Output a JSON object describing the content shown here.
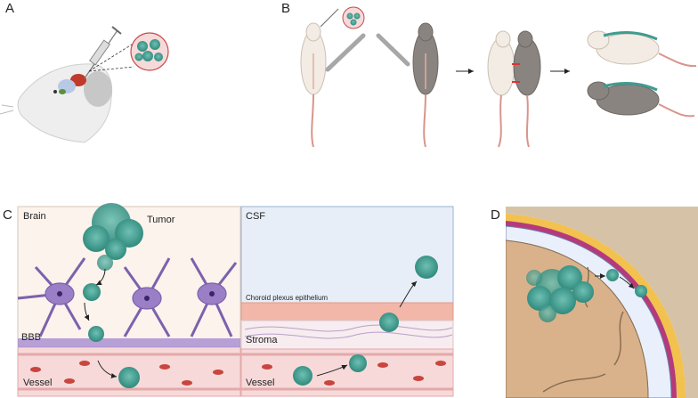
{
  "panels": {
    "a": {
      "letter": "A"
    },
    "b": {
      "letter": "B"
    },
    "c": {
      "letter": "C",
      "brain_label": "Brain",
      "tumor_label": "Tumor",
      "csf_label": "CSF",
      "choroid_label": "Choroid plexus epithelium",
      "bbb_label": "BBB",
      "stroma_label": "Stroma",
      "vessel_left_label": "Vessel",
      "vessel_right_label": "Vessel"
    },
    "d": {
      "letter": "D"
    }
  },
  "colors": {
    "tumor_cell": "#3e9c8f",
    "tumor_dark": "#1f6b60",
    "astrocyte": "#9b7fc6",
    "vessel_bg": "#f7d9d9",
    "rbc": "#c9453f",
    "csf_bg": "#e8eef8",
    "epithelium": "#f2b7a8",
    "dura_yellow": "#f2c14e",
    "membrane_magenta": "#b53a7a",
    "brain_tissue": "#d9b28b"
  },
  "icons": [
    "mouse-head-icon",
    "syringe-icon",
    "cell-cluster-icon",
    "mouse-white-icon",
    "mouse-grey-icon",
    "arrow-icon",
    "parabiosis-mice-icon"
  ]
}
